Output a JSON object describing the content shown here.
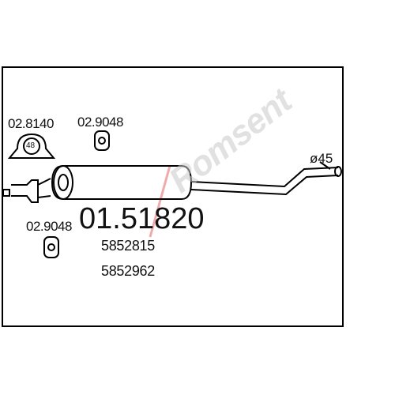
{
  "labels": {
    "clamp_part": "02.8140",
    "clamp_size": "48",
    "hanger_part_top": "02.9048",
    "hanger_part_bottom": "02.9048",
    "main_part_number": "01.51820",
    "oem_numbers": [
      "5852815",
      "5852962"
    ],
    "outlet_diameter": "ø45"
  },
  "watermark": "Romsent",
  "colors": {
    "line": "#000000",
    "background": "#ffffff",
    "watermark_accent": "#d9534f"
  }
}
